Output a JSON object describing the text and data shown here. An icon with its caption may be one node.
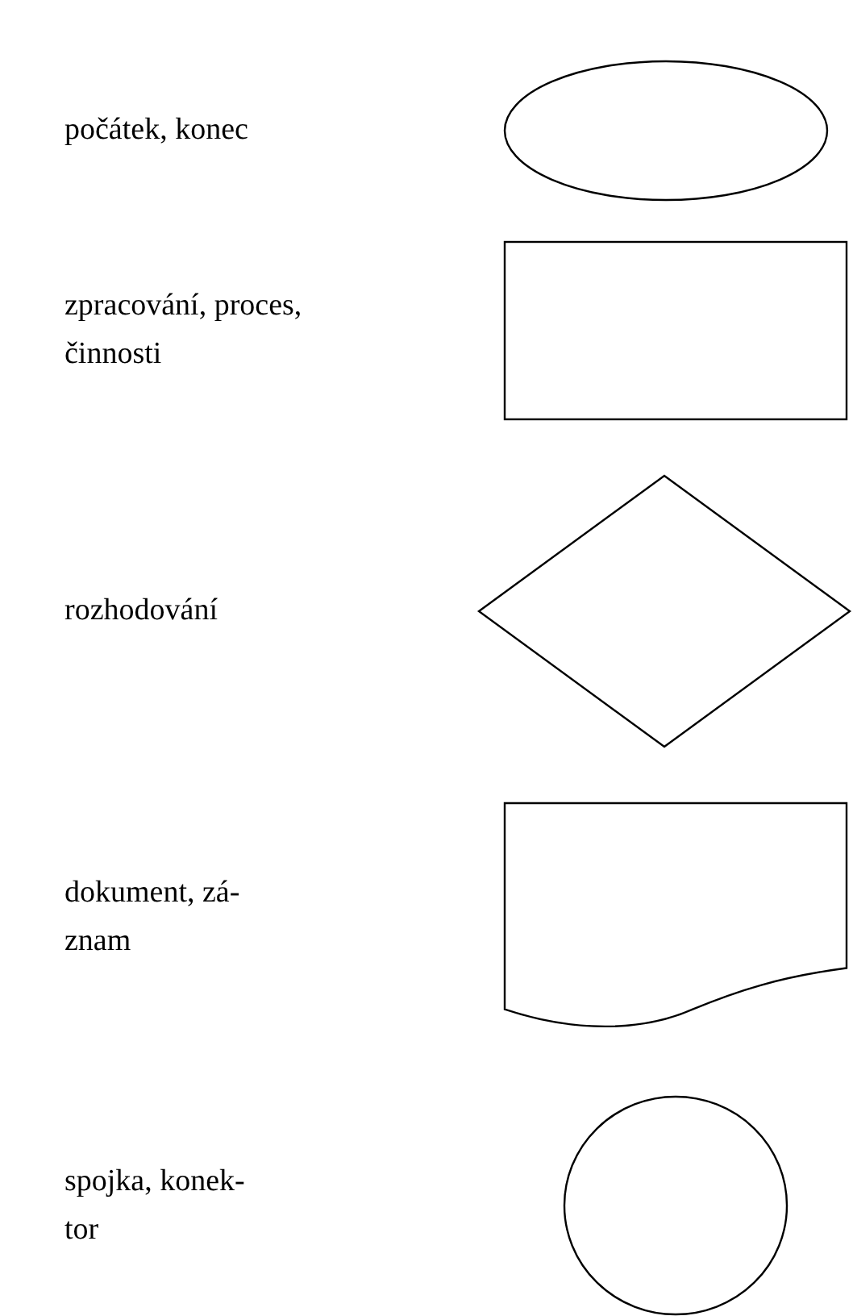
{
  "diagram": {
    "nodes": [
      {
        "text": [],
        "shape": "ellipse"
      },
      {
        "text": [],
        "shape": "box"
      },
      {
        "text": [],
        "shape": "diamond"
      },
      {
        "text": [],
        "shape": "document"
      },
      {
        "text": [],
        "shape": "circle"
      }
    ],
    "labels": [
      "počátek, konec",
      "zpracování, proces, činnosti",
      "rozhodování",
      "dokument, zá- znam",
      "spojka, konek- tor"
    ]
  }
}
